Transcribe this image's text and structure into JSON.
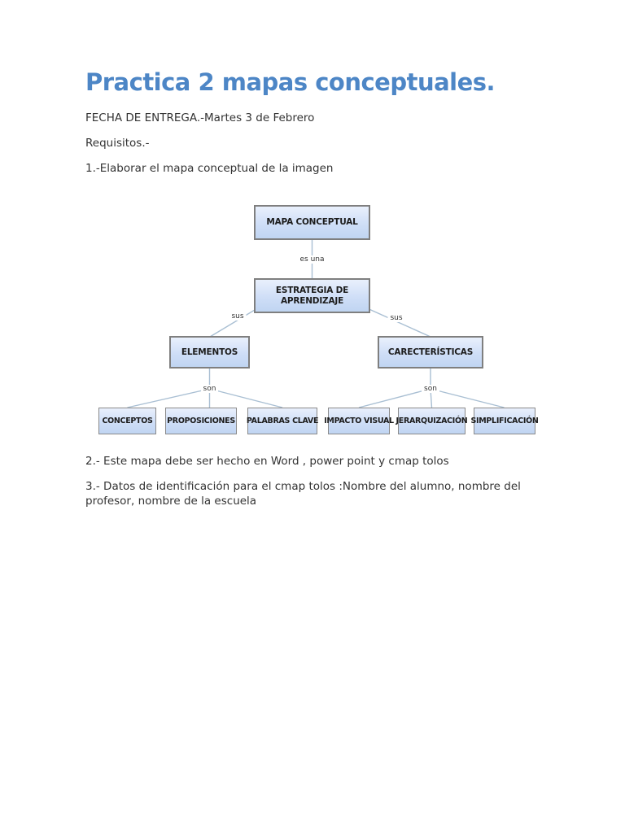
{
  "page": {
    "title": "Practica 2 mapas conceptuales.",
    "paragraphs": {
      "fecha": "FECHA DE ENTREGA.-Martes 3 de Febrero",
      "requisitos": "Requisitos.-",
      "item1": "1.-Elaborar el mapa conceptual de la imagen",
      "item2": "2.- Este mapa debe ser hecho en Word , power point y cmap tolos",
      "item3": "3.- Datos de identificación para el cmap tolos :Nombre del alumno, nombre del profesor, nombre de la escuela"
    }
  },
  "colors": {
    "title_blue": "#4d86c6",
    "body_text": "#333333",
    "node_fill_top": "#e9f0fc",
    "node_fill_bottom": "#c0d5f2",
    "node_border": "#7f7f7f",
    "connector": "#a9bfd3"
  },
  "diagram": {
    "nodes": [
      {
        "id": "mapa-conceptual",
        "label": "MAPA CONCEPTUAL"
      },
      {
        "id": "estrategia-de-aprendizaje",
        "label": "ESTRATEGIA DE APRENDIZAJE"
      },
      {
        "id": "elementos",
        "label": "ELEMENTOS"
      },
      {
        "id": "carecteristicas",
        "label": "CARECTERÍSTICAS"
      },
      {
        "id": "conceptos",
        "label": "CONCEPTOS"
      },
      {
        "id": "proposiciones",
        "label": "PROPOSICIONES"
      },
      {
        "id": "palabras-clave",
        "label": "PALABRAS CLAVE"
      },
      {
        "id": "impacto-visual",
        "label": "IMPACTO VISUAL"
      },
      {
        "id": "jerarquizacion",
        "label": "JERARQUIZACIÓN"
      },
      {
        "id": "simplificacion",
        "label": "SIMPLIFICACIÓN"
      }
    ],
    "edge_labels": [
      {
        "id": "es-una",
        "label": "es una"
      },
      {
        "id": "sus-left",
        "label": "sus"
      },
      {
        "id": "sus-right",
        "label": "sus"
      },
      {
        "id": "son-left",
        "label": "son"
      },
      {
        "id": "son-right",
        "label": "son"
      }
    ]
  }
}
